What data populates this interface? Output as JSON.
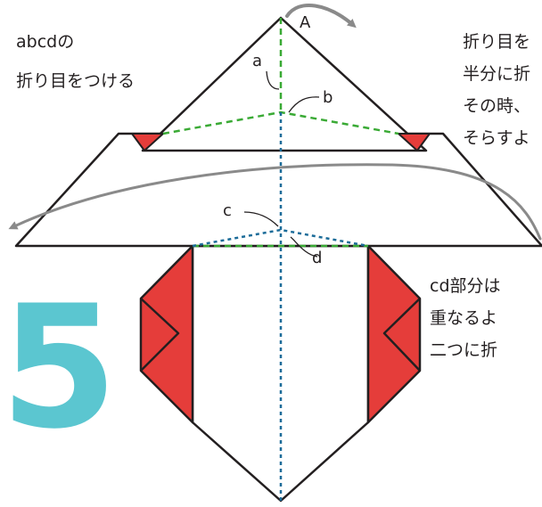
{
  "step_number": "5",
  "instructions": {
    "left": {
      "line1": "abcdの",
      "line2": "折り目をつける"
    },
    "right_top": {
      "line1": "折り目を",
      "line2": "半分に折",
      "line3": "その時、",
      "line4": "そらすよ"
    },
    "right_bottom": {
      "line1": "cd部分は",
      "line2": "重なるよ",
      "line3": "二つに折"
    }
  },
  "labels": {
    "A": "A",
    "a": "a",
    "b": "b",
    "c": "c",
    "d": "d"
  },
  "colors": {
    "outline": "#231f20",
    "fill_red": "#e53d3a",
    "fold_green": "#3aaa35",
    "fold_blue": "#1c6c99",
    "arrow_gray": "#8a8a8a",
    "step_cyan": "#5bc6d0"
  }
}
